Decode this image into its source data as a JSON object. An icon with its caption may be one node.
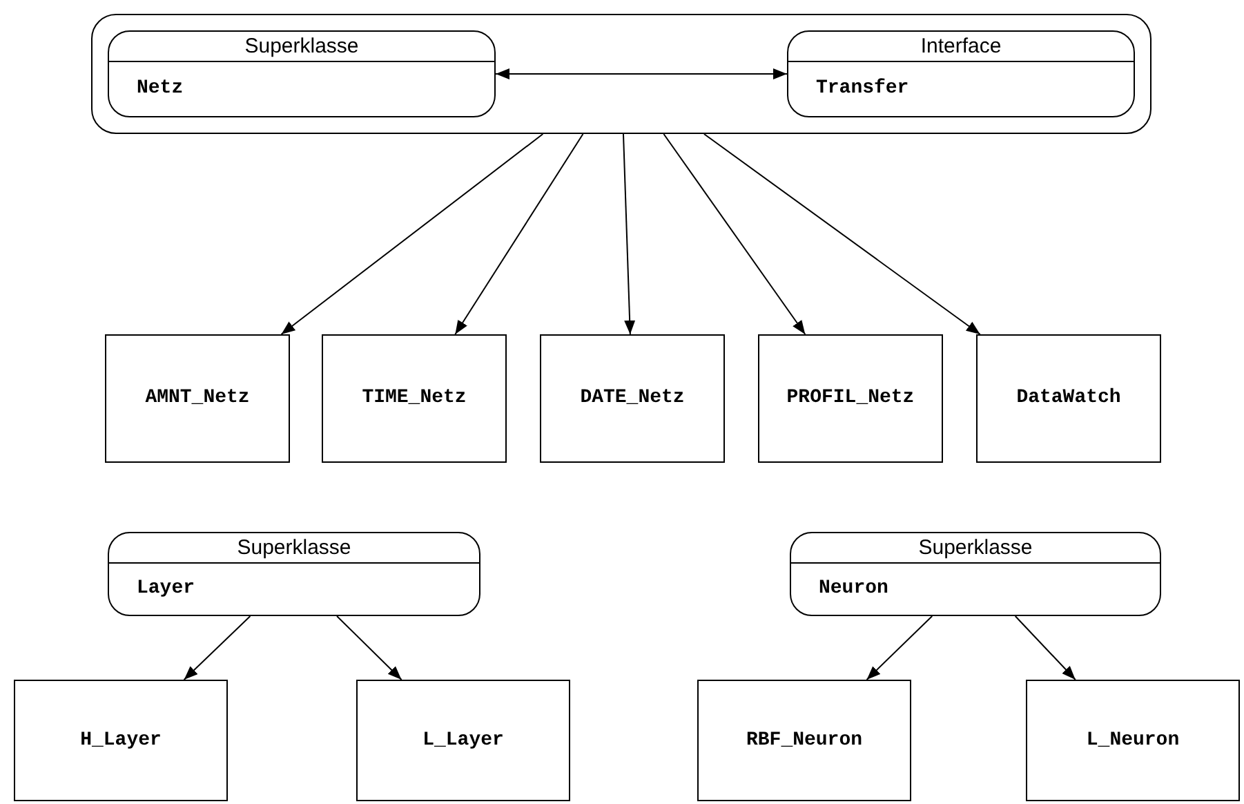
{
  "diagram": {
    "nodes": [
      {
        "text": [],
        "shape": "box"
      },
      {
        "text": [
          "Superklasse",
          "Netz"
        ],
        "in": 0
      },
      {
        "text": [
          "Interface",
          "Transfer"
        ],
        "in": 0
      },
      {
        "text": [
          "AMNT_Netz"
        ]
      },
      {
        "text": [
          "TIME_Netz"
        ]
      },
      {
        "text": [
          "DATE_Netz"
        ]
      },
      {
        "text": [
          "PROFIL_Netz"
        ]
      },
      {
        "text": [
          "DataWatch"
        ]
      },
      {
        "text": [
          "Superklasse",
          "Layer"
        ]
      },
      {
        "text": [
          "Superklasse",
          "Neuron"
        ]
      },
      {
        "text": [
          "H_Layer"
        ]
      },
      {
        "text": [
          "L_Layer"
        ]
      },
      {
        "text": [
          "RBF_Neuron"
        ]
      },
      {
        "text": [
          "L_Neuron"
        ]
      }
    ],
    "edges": [
      {
        "from": 1,
        "to": 2,
        "arrow": "both"
      },
      {
        "from": 0,
        "to": 3,
        "arrow": "to"
      },
      {
        "from": 0,
        "to": 4,
        "arrow": "to"
      },
      {
        "from": 0,
        "to": 5,
        "arrow": "to"
      },
      {
        "from": 0,
        "to": 6,
        "arrow": "to"
      },
      {
        "from": 0,
        "to": 7,
        "arrow": "to"
      },
      {
        "from": 8,
        "to": 10,
        "arrow": "to"
      },
      {
        "from": 8,
        "to": 11,
        "arrow": "to"
      },
      {
        "from": 9,
        "to": 12,
        "arrow": "to"
      },
      {
        "from": 9,
        "to": 13,
        "arrow": "to"
      }
    ]
  }
}
